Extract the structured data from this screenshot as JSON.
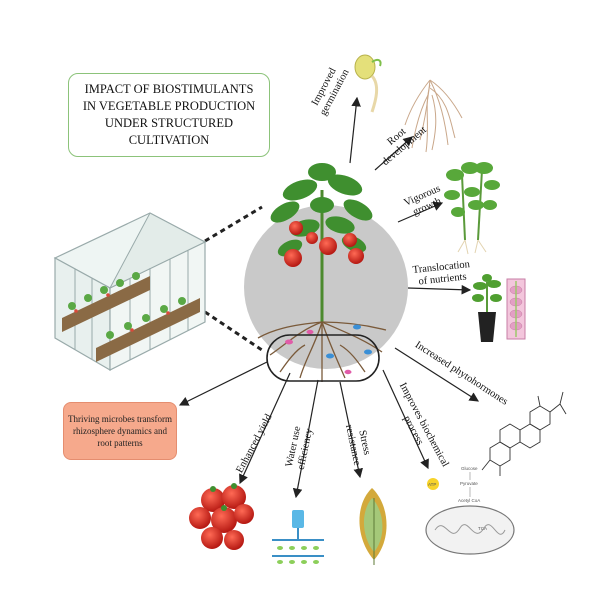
{
  "title": "IMPACT OF BIOSTIMULANTS IN VEGETABLE PRODUCTION UNDER STRUCTURED CULTIVATION",
  "microbe_box": "Thriving microbes transform rhizosphere dynamics and root patterns",
  "benefits": {
    "germination_1": "Improved",
    "germination_2": "germination",
    "root_1": "Root",
    "root_2": "development",
    "growth_1": "Vigorous",
    "growth_2": "growth",
    "nutrients_1": "Translocation",
    "nutrients_2": "of nutrients",
    "phytohormones": "Increased phytohormones",
    "biochem_1": "Improves biochemical",
    "biochem_2": "process",
    "stress_1": "Stress",
    "stress_2": "resistance",
    "water_1": "Water use",
    "water_2": "efficiency",
    "yield": "Enhanced yield"
  },
  "mito_labels": {
    "glucose": "Glucose",
    "pyruvate": "Pyruvate",
    "acetyl": "Acetyl CoA",
    "tca": "TCA",
    "atp": "ATP"
  },
  "colors": {
    "circle": "#c9c9c9",
    "title_border": "#8cc37a",
    "microbe_box": "#f6a98c",
    "leaf": "#3f8f2f",
    "tomato": "#d7261e"
  }
}
